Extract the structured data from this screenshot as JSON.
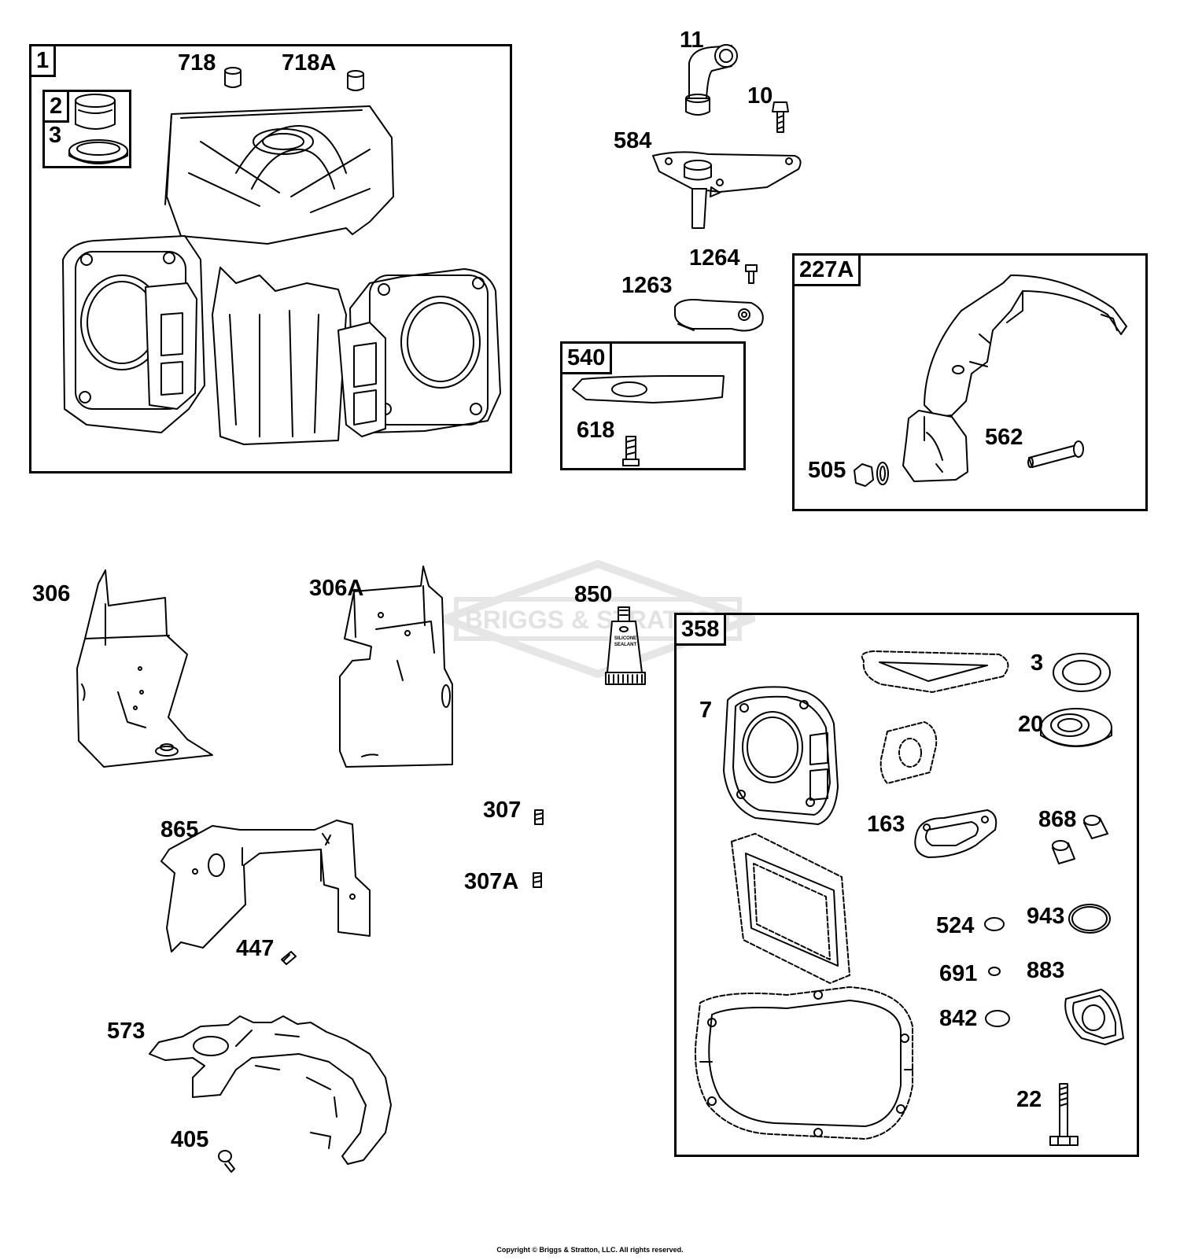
{
  "watermark": "BRIGGS & STRATTON",
  "copyright": "Copyright © Briggs & Stratton, LLC. All rights reserved.",
  "sealant_text": [
    "SILICONE",
    "SEALANT"
  ],
  "groups": {
    "g1": "1",
    "g2": "2",
    "g540": "540",
    "g227a": "227A",
    "g358": "358"
  },
  "labels": {
    "p718": "718",
    "p718a": "718A",
    "p3a": "3",
    "p11": "11",
    "p10": "10",
    "p584": "584",
    "p1264": "1264",
    "p1263": "1263",
    "p618": "618",
    "p562": "562",
    "p505": "505",
    "p306": "306",
    "p306a": "306A",
    "p850": "850",
    "p3b": "3",
    "p7": "7",
    "p20": "20",
    "p163": "163",
    "p868": "868",
    "p307": "307",
    "p307a": "307A",
    "p865": "865",
    "p447": "447",
    "p524": "524",
    "p943": "943",
    "p691": "691",
    "p883": "883",
    "p842": "842",
    "p573": "573",
    "p405": "405",
    "p22": "22"
  }
}
